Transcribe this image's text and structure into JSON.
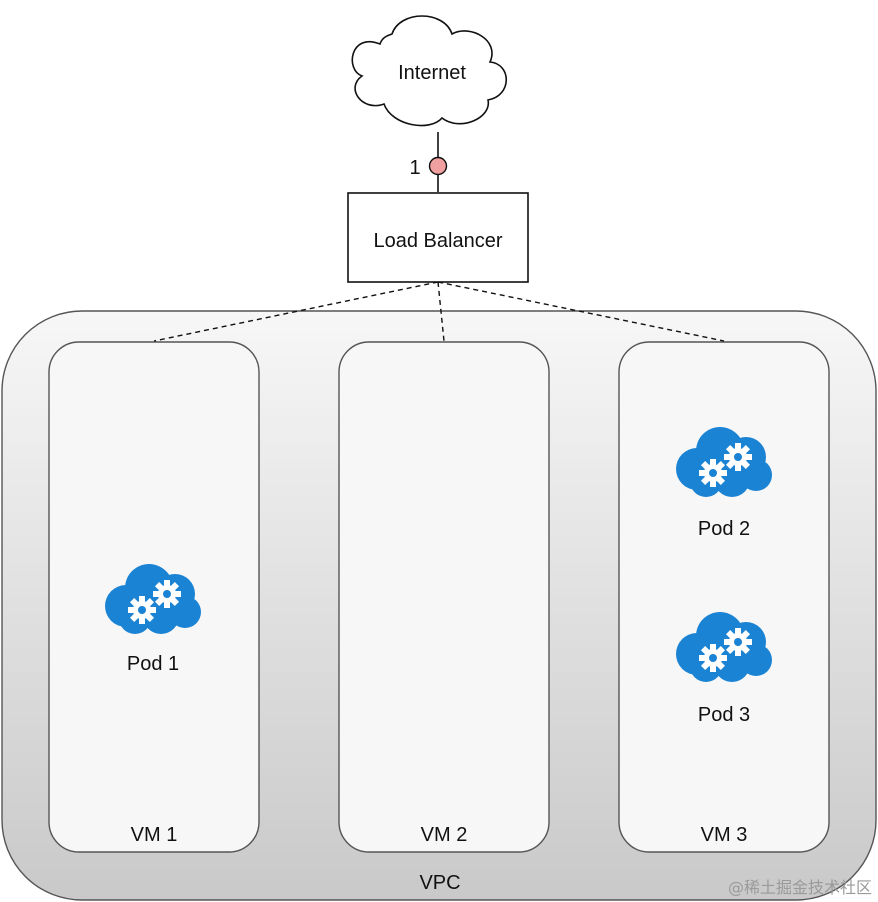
{
  "internet": {
    "label": "Internet"
  },
  "connector": {
    "label": "1"
  },
  "load_balancer": {
    "label": "Load Balancer"
  },
  "vpc": {
    "label": "VPC"
  },
  "vms": [
    {
      "label": "VM 1"
    },
    {
      "label": "VM 2"
    },
    {
      "label": "VM 3"
    }
  ],
  "pods": [
    {
      "label": "Pod 1"
    },
    {
      "label": "Pod 2"
    },
    {
      "label": "Pod 3"
    }
  ],
  "watermark": {
    "text": "@稀土掘金技术社区"
  },
  "colors": {
    "pod_icon": "#1b83d4",
    "connector_dot": "#f0a0a0",
    "vpc_fill_top": "#f7f7f7",
    "vpc_fill_bottom": "#c9c9c9"
  }
}
